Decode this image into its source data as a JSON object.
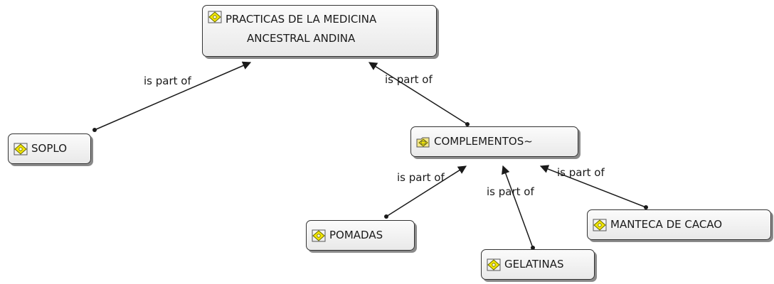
{
  "nodes": {
    "root": {
      "line1": "PRACTICAS DE LA MEDICINA",
      "line2": "ANCESTRAL ANDINA",
      "icon": "concept-node-icon"
    },
    "soplo": {
      "label": "SOPLO",
      "icon": "concept-node-icon"
    },
    "complementos": {
      "label": "COMPLEMENTOS~",
      "icon": "concept-folder-icon"
    },
    "pomadas": {
      "label": "POMADAS",
      "icon": "concept-node-icon"
    },
    "gelatinas": {
      "label": "GELATINAS",
      "icon": "concept-node-icon"
    },
    "manteca": {
      "label": "MANTECA DE CACAO",
      "icon": "concept-node-icon"
    }
  },
  "links": [
    {
      "from": "soplo",
      "to": "root",
      "label": "is part of"
    },
    {
      "from": "complementos",
      "to": "root",
      "label": "is part of"
    },
    {
      "from": "pomadas",
      "to": "complementos",
      "label": "is part of"
    },
    {
      "from": "gelatinas",
      "to": "complementos",
      "label": "is part of"
    },
    {
      "from": "manteca",
      "to": "complementos",
      "label": "is part of"
    }
  ],
  "colors": {
    "node_border": "#333333",
    "link_line": "#1a1a1a",
    "icon_yellow": "#f2e600"
  }
}
